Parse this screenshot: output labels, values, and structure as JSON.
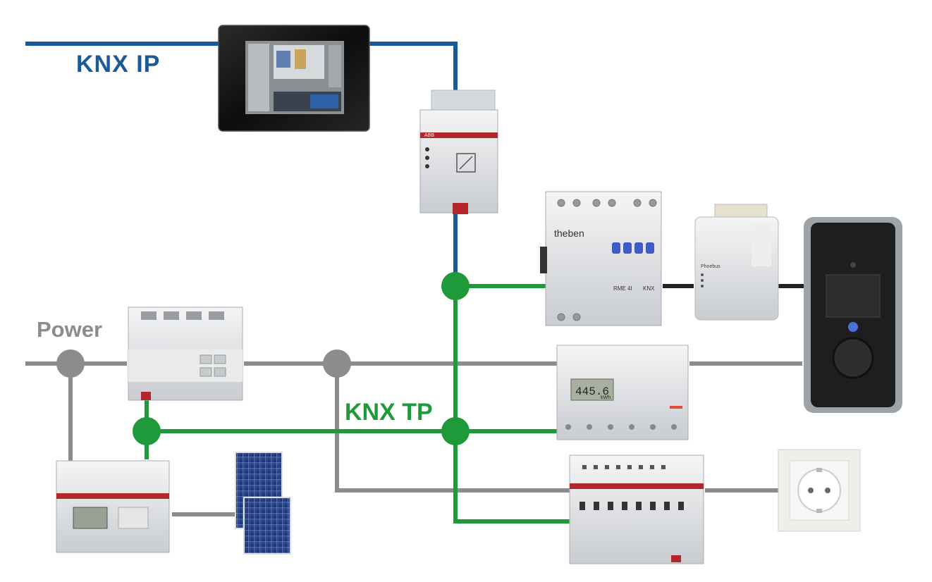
{
  "labels": {
    "knx_ip": "KNX IP",
    "power": "Power",
    "knx_tp": "KNX TP"
  },
  "device_texts": {
    "brand_theben": "theben",
    "model_rme": "RME 4I",
    "knx_logo": "KNX",
    "meter_reading": "445.6",
    "meter_unit": "kWh",
    "ev_module": "Phoebus",
    "abb": "ABB"
  },
  "colors": {
    "knx_ip_line": "#1a5a96",
    "knx_tp_line": "#1f9a3a",
    "power_line": "#8c8c8c",
    "device_link": "#222222"
  }
}
